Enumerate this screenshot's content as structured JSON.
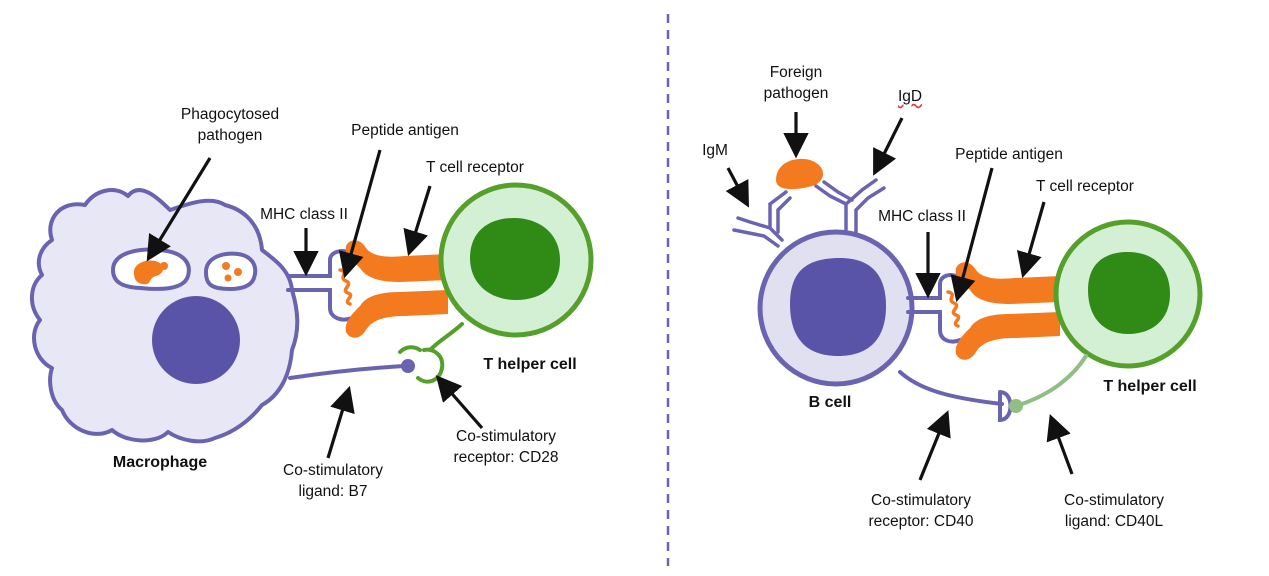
{
  "colors": {
    "purple": "#6a63b0",
    "purple_fill": "#e8e7f5",
    "nucleus": "#5a54a8",
    "orange": "#f47a1f",
    "green": "#55a02a",
    "green_fill": "#d3f0d5",
    "nucleus_green": "#2f8a16",
    "divider": "#6a63b0"
  },
  "left": {
    "phagocytosed_pathogen": [
      "Phagocytosed",
      "pathogen"
    ],
    "peptide_antigen": "Peptide antigen",
    "t_cell_receptor": "T cell receptor",
    "mhc_class_ii": "MHC class II",
    "t_helper_cell": "T helper cell",
    "macrophage": "Macrophage",
    "co_stim_ligand": [
      "Co-stimulatory",
      "ligand: B7"
    ],
    "co_stim_receptor": [
      "Co-stimulatory",
      "receptor: CD28"
    ]
  },
  "right": {
    "foreign_pathogen": [
      "Foreign",
      "pathogen"
    ],
    "igd": "IgD",
    "igm": "IgM",
    "peptide_antigen": "Peptide antigen",
    "t_cell_receptor": "T cell receptor",
    "mhc_class_ii": "MHC class II",
    "b_cell": "B cell",
    "t_helper_cell": "T helper cell",
    "co_stim_receptor": [
      "Co-stimulatory",
      "receptor: CD40"
    ],
    "co_stim_ligand": [
      "Co-stimulatory",
      "ligand: CD40L"
    ]
  }
}
